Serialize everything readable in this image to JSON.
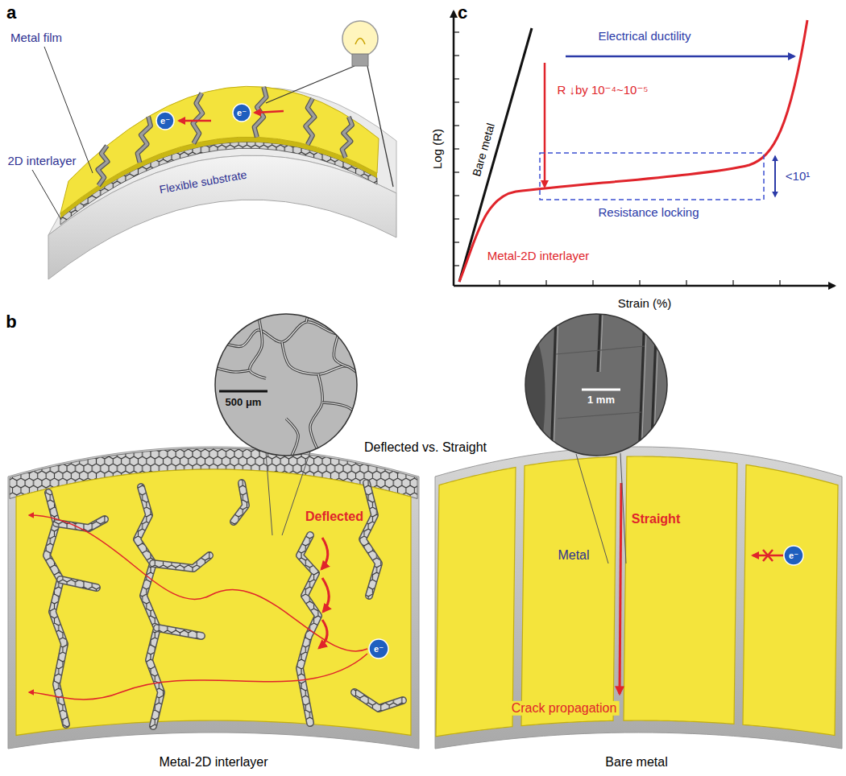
{
  "diagram": {
    "labels": [
      "a",
      "Metal film",
      "e⁻",
      "e⁻",
      "2D interlayer",
      "Flexible substrate",
      "c",
      "Log (R)",
      "Strain (%)",
      "Bare metal",
      "Electrical ductility",
      "R ↓by 10⁻⁴~10⁻⁵",
      "Resistance locking",
      "<10¹",
      "Metal-2D interlayer",
      "b",
      "500 μm",
      "1 mm",
      "Deflected vs. Straight",
      "Deflected",
      "e⁻",
      "Metal",
      "Straight",
      "Crack propagation",
      "e⁻",
      "Metal-2D interlayer",
      "Bare metal"
    ]
  }
}
